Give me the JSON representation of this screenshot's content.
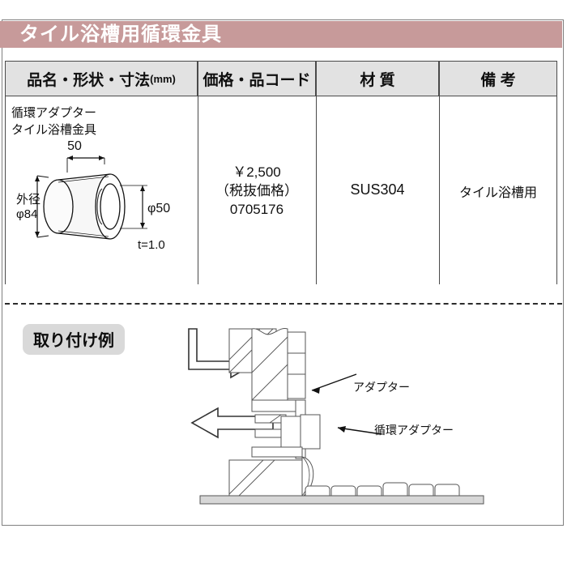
{
  "page": {
    "title_band": "タイル浴槽用循環金具",
    "band_color": "#c79a9a",
    "header_bg": "#e2e2e2"
  },
  "table": {
    "headers": [
      {
        "label": "品名・形状・寸法",
        "unit": "(mm)"
      },
      {
        "label": "価格・品コード",
        "unit": ""
      },
      {
        "label": "材 質",
        "unit": ""
      },
      {
        "label": "備 考",
        "unit": ""
      }
    ],
    "row": {
      "product_name": "循環アダプター\nタイル浴槽金具",
      "price": "￥2,500\n（税抜価格）\n0705176",
      "material": "SUS304",
      "note": "タイル浴槽用"
    }
  },
  "product_drawing": {
    "dim_width": "50",
    "dim_outer_label": "外径",
    "dim_outer_value": "φ84",
    "dim_inner": "φ50",
    "dim_thickness": "t=1.0"
  },
  "install_example": {
    "badge": "取り付け例",
    "label_adapter": "アダプター",
    "label_circulation_adapter": "循環アダプター"
  }
}
